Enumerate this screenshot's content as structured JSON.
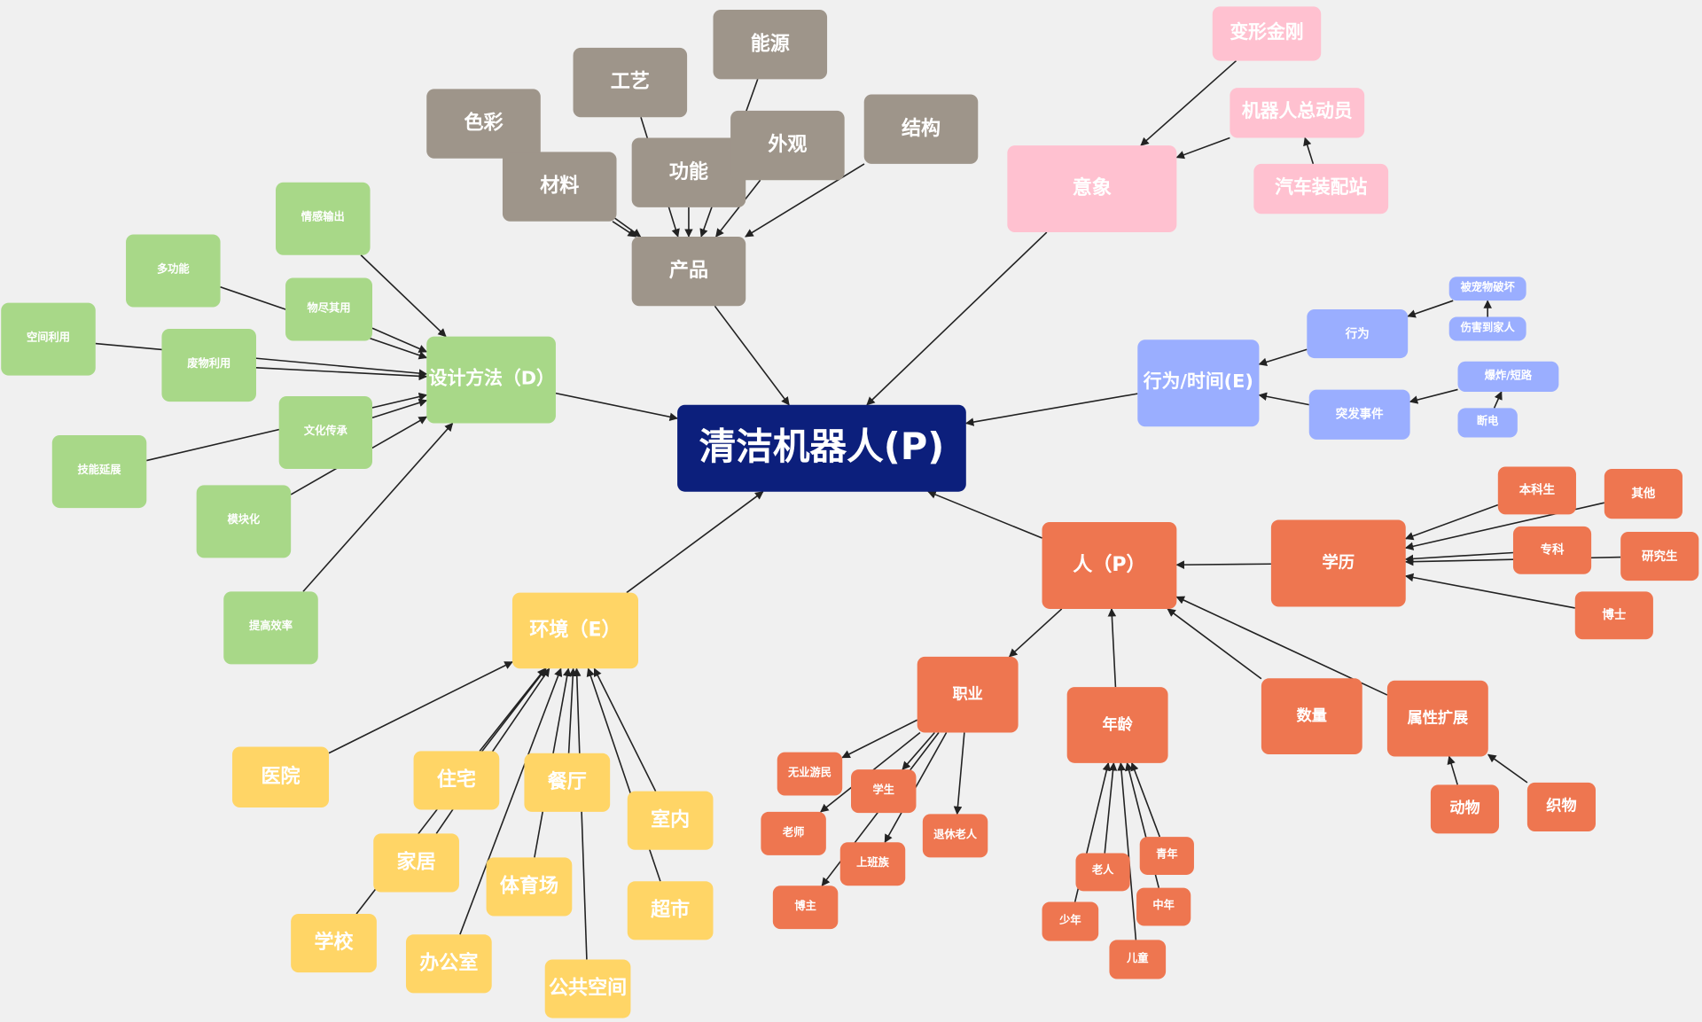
{
  "colors": {
    "center": "#0c1f7c",
    "product": "#9e958a",
    "image": "#ffc1d0",
    "event": "#9aaeff",
    "person": "#ee7650",
    "design": "#a8d888",
    "env": "#ffd566",
    "edge": "#222222",
    "background": "#f0f0f0"
  },
  "nodes": [
    {
      "id": "center",
      "label": "清洁机器人(P)",
      "group": "center"
    },
    {
      "id": "product",
      "label": "产品",
      "group": "product"
    },
    {
      "id": "color",
      "label": "色彩",
      "group": "product"
    },
    {
      "id": "craft",
      "label": "工艺",
      "group": "product"
    },
    {
      "id": "energy",
      "label": "能源",
      "group": "product"
    },
    {
      "id": "material",
      "label": "材料",
      "group": "product"
    },
    {
      "id": "function",
      "label": "功能",
      "group": "product"
    },
    {
      "id": "appearance",
      "label": "外观",
      "group": "product"
    },
    {
      "id": "structure",
      "label": "结构",
      "group": "product"
    },
    {
      "id": "image",
      "label": "意象",
      "group": "image"
    },
    {
      "id": "transformers",
      "label": "变形金刚",
      "group": "image"
    },
    {
      "id": "walle",
      "label": "机器人总动员",
      "group": "image"
    },
    {
      "id": "carplant",
      "label": "汽车装配站",
      "group": "image"
    },
    {
      "id": "behavior_time",
      "label": "行为/时间(E)",
      "group": "event"
    },
    {
      "id": "behavior",
      "label": "行为",
      "group": "event"
    },
    {
      "id": "emergency",
      "label": "突发事件",
      "group": "event"
    },
    {
      "id": "pet_damage",
      "label": "被宠物破坏",
      "group": "event"
    },
    {
      "id": "hurt_family",
      "label": "伤害到家人",
      "group": "event"
    },
    {
      "id": "explode",
      "label": "爆炸/短路",
      "group": "event"
    },
    {
      "id": "power_off",
      "label": "断电",
      "group": "event"
    },
    {
      "id": "person",
      "label": "人（P）",
      "group": "person"
    },
    {
      "id": "education",
      "label": "学历",
      "group": "person"
    },
    {
      "id": "bachelor",
      "label": "本科生",
      "group": "person"
    },
    {
      "id": "other",
      "label": "其他",
      "group": "person"
    },
    {
      "id": "junior",
      "label": "专科",
      "group": "person"
    },
    {
      "id": "master",
      "label": "研究生",
      "group": "person"
    },
    {
      "id": "phd",
      "label": "博士",
      "group": "person"
    },
    {
      "id": "job",
      "label": "职业",
      "group": "person"
    },
    {
      "id": "age",
      "label": "年龄",
      "group": "person"
    },
    {
      "id": "count",
      "label": "数量",
      "group": "person"
    },
    {
      "id": "attr",
      "label": "属性扩展",
      "group": "person"
    },
    {
      "id": "jobless",
      "label": "无业游民",
      "group": "person"
    },
    {
      "id": "student",
      "label": "学生",
      "group": "person"
    },
    {
      "id": "teacher",
      "label": "老师",
      "group": "person"
    },
    {
      "id": "worker",
      "label": "上班族",
      "group": "person"
    },
    {
      "id": "retired",
      "label": "退休老人",
      "group": "person"
    },
    {
      "id": "blogger",
      "label": "博主",
      "group": "person"
    },
    {
      "id": "elder",
      "label": "老人",
      "group": "person"
    },
    {
      "id": "youth",
      "label": "青年",
      "group": "person"
    },
    {
      "id": "teen",
      "label": "少年",
      "group": "person"
    },
    {
      "id": "middle",
      "label": "中年",
      "group": "person"
    },
    {
      "id": "child",
      "label": "儿童",
      "group": "person"
    },
    {
      "id": "animal",
      "label": "动物",
      "group": "person"
    },
    {
      "id": "fabric",
      "label": "织物",
      "group": "person"
    },
    {
      "id": "design",
      "label": "设计方法（D）",
      "group": "design"
    },
    {
      "id": "emotion",
      "label": "情感输出",
      "group": "design"
    },
    {
      "id": "multi",
      "label": "多功能",
      "group": "design"
    },
    {
      "id": "bestuse",
      "label": "物尽其用",
      "group": "design"
    },
    {
      "id": "space",
      "label": "空间利用",
      "group": "design"
    },
    {
      "id": "waste",
      "label": "废物利用",
      "group": "design"
    },
    {
      "id": "culture",
      "label": "文化传承",
      "group": "design"
    },
    {
      "id": "skill",
      "label": "技能延展",
      "group": "design"
    },
    {
      "id": "modular",
      "label": "模块化",
      "group": "design"
    },
    {
      "id": "efficiency",
      "label": "提高效率",
      "group": "design"
    },
    {
      "id": "env",
      "label": "环境（E）",
      "group": "env"
    },
    {
      "id": "hospital",
      "label": "医院",
      "group": "env"
    },
    {
      "id": "house",
      "label": "住宅",
      "group": "env"
    },
    {
      "id": "restaurant",
      "label": "餐厅",
      "group": "env"
    },
    {
      "id": "indoor",
      "label": "室内",
      "group": "env"
    },
    {
      "id": "home",
      "label": "家居",
      "group": "env"
    },
    {
      "id": "stadium",
      "label": "体育场",
      "group": "env"
    },
    {
      "id": "market",
      "label": "超市",
      "group": "env"
    },
    {
      "id": "school",
      "label": "学校",
      "group": "env"
    },
    {
      "id": "office",
      "label": "办公室",
      "group": "env"
    },
    {
      "id": "public",
      "label": "公共空间",
      "group": "env"
    }
  ],
  "edges": [
    [
      "color",
      "product"
    ],
    [
      "craft",
      "product"
    ],
    [
      "energy",
      "product"
    ],
    [
      "material",
      "product"
    ],
    [
      "function",
      "product"
    ],
    [
      "appearance",
      "product"
    ],
    [
      "structure",
      "product"
    ],
    [
      "product",
      "center"
    ],
    [
      "image",
      "center"
    ],
    [
      "transformers",
      "image"
    ],
    [
      "walle",
      "image"
    ],
    [
      "carplant",
      "walle"
    ],
    [
      "behavior_time",
      "center"
    ],
    [
      "behavior",
      "behavior_time"
    ],
    [
      "emergency",
      "behavior_time"
    ],
    [
      "pet_damage",
      "behavior"
    ],
    [
      "hurt_family",
      "pet_damage"
    ],
    [
      "explode",
      "emergency"
    ],
    [
      "power_off",
      "explode"
    ],
    [
      "person",
      "center"
    ],
    [
      "education",
      "person"
    ],
    [
      "bachelor",
      "education"
    ],
    [
      "other",
      "education"
    ],
    [
      "junior",
      "education"
    ],
    [
      "master",
      "education"
    ],
    [
      "phd",
      "education"
    ],
    [
      "person",
      "job"
    ],
    [
      "age",
      "person"
    ],
    [
      "count",
      "person"
    ],
    [
      "attr",
      "person"
    ],
    [
      "job",
      "jobless"
    ],
    [
      "job",
      "student"
    ],
    [
      "job",
      "teacher"
    ],
    [
      "job",
      "worker"
    ],
    [
      "job",
      "retired"
    ],
    [
      "job",
      "blogger"
    ],
    [
      "elder",
      "age"
    ],
    [
      "youth",
      "age"
    ],
    [
      "teen",
      "age"
    ],
    [
      "middle",
      "age"
    ],
    [
      "child",
      "age"
    ],
    [
      "animal",
      "attr"
    ],
    [
      "fabric",
      "attr"
    ],
    [
      "design",
      "center"
    ],
    [
      "emotion",
      "design"
    ],
    [
      "multi",
      "design"
    ],
    [
      "bestuse",
      "design"
    ],
    [
      "space",
      "design"
    ],
    [
      "waste",
      "design"
    ],
    [
      "culture",
      "design"
    ],
    [
      "skill",
      "design"
    ],
    [
      "modular",
      "design"
    ],
    [
      "efficiency",
      "design"
    ],
    [
      "env",
      "center"
    ],
    [
      "hospital",
      "env"
    ],
    [
      "house",
      "env"
    ],
    [
      "restaurant",
      "env"
    ],
    [
      "indoor",
      "env"
    ],
    [
      "home",
      "env"
    ],
    [
      "stadium",
      "env"
    ],
    [
      "market",
      "env"
    ],
    [
      "school",
      "env"
    ],
    [
      "office",
      "env"
    ],
    [
      "public",
      "env"
    ]
  ]
}
